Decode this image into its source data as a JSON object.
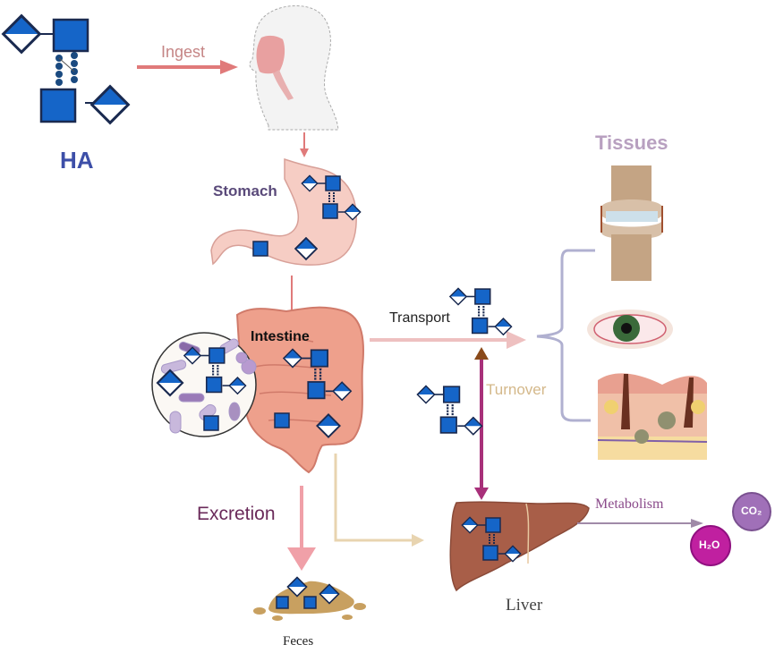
{
  "labels": {
    "molecule": "HA",
    "ingest": "Ingest",
    "stomach": "Stomach",
    "intestine": "Intestine",
    "transport": "Transport",
    "tissues": "Tissues",
    "turnover": "Turnover",
    "excretion": "Excretion",
    "feces": "Feces",
    "liver": "Liver",
    "metabolism": "Metabolism",
    "co2": "CO₂",
    "h2o": "H₂O"
  },
  "colors": {
    "glyph_blue": "#1565c8",
    "glyph_outline": "#1a2a50",
    "ha_label": "#3d4fa8",
    "ingest_arrow": "#e07a7a",
    "ingest_text": "#c58585",
    "stomach_text": "#5a4a7a",
    "intestine_fill": "#e8907a",
    "transport_arrow": "#eec0c0",
    "tissues_text": "#b8a0c0",
    "bracket": "#b0b0d0",
    "turnover_line": "#a8307a",
    "turnover_head_up": "#8a4a1a",
    "turnover_text": "#d4b88a",
    "excretion_text": "#6a2a5a",
    "excretion_arrow": "#f0a0a8",
    "liver_fill": "#a85e48",
    "liver_arrow": "#e8d4b0",
    "metabolism_text": "#8a4a8a",
    "co2_fill": "#a070b8",
    "h2o_fill": "#c020a0"
  }
}
